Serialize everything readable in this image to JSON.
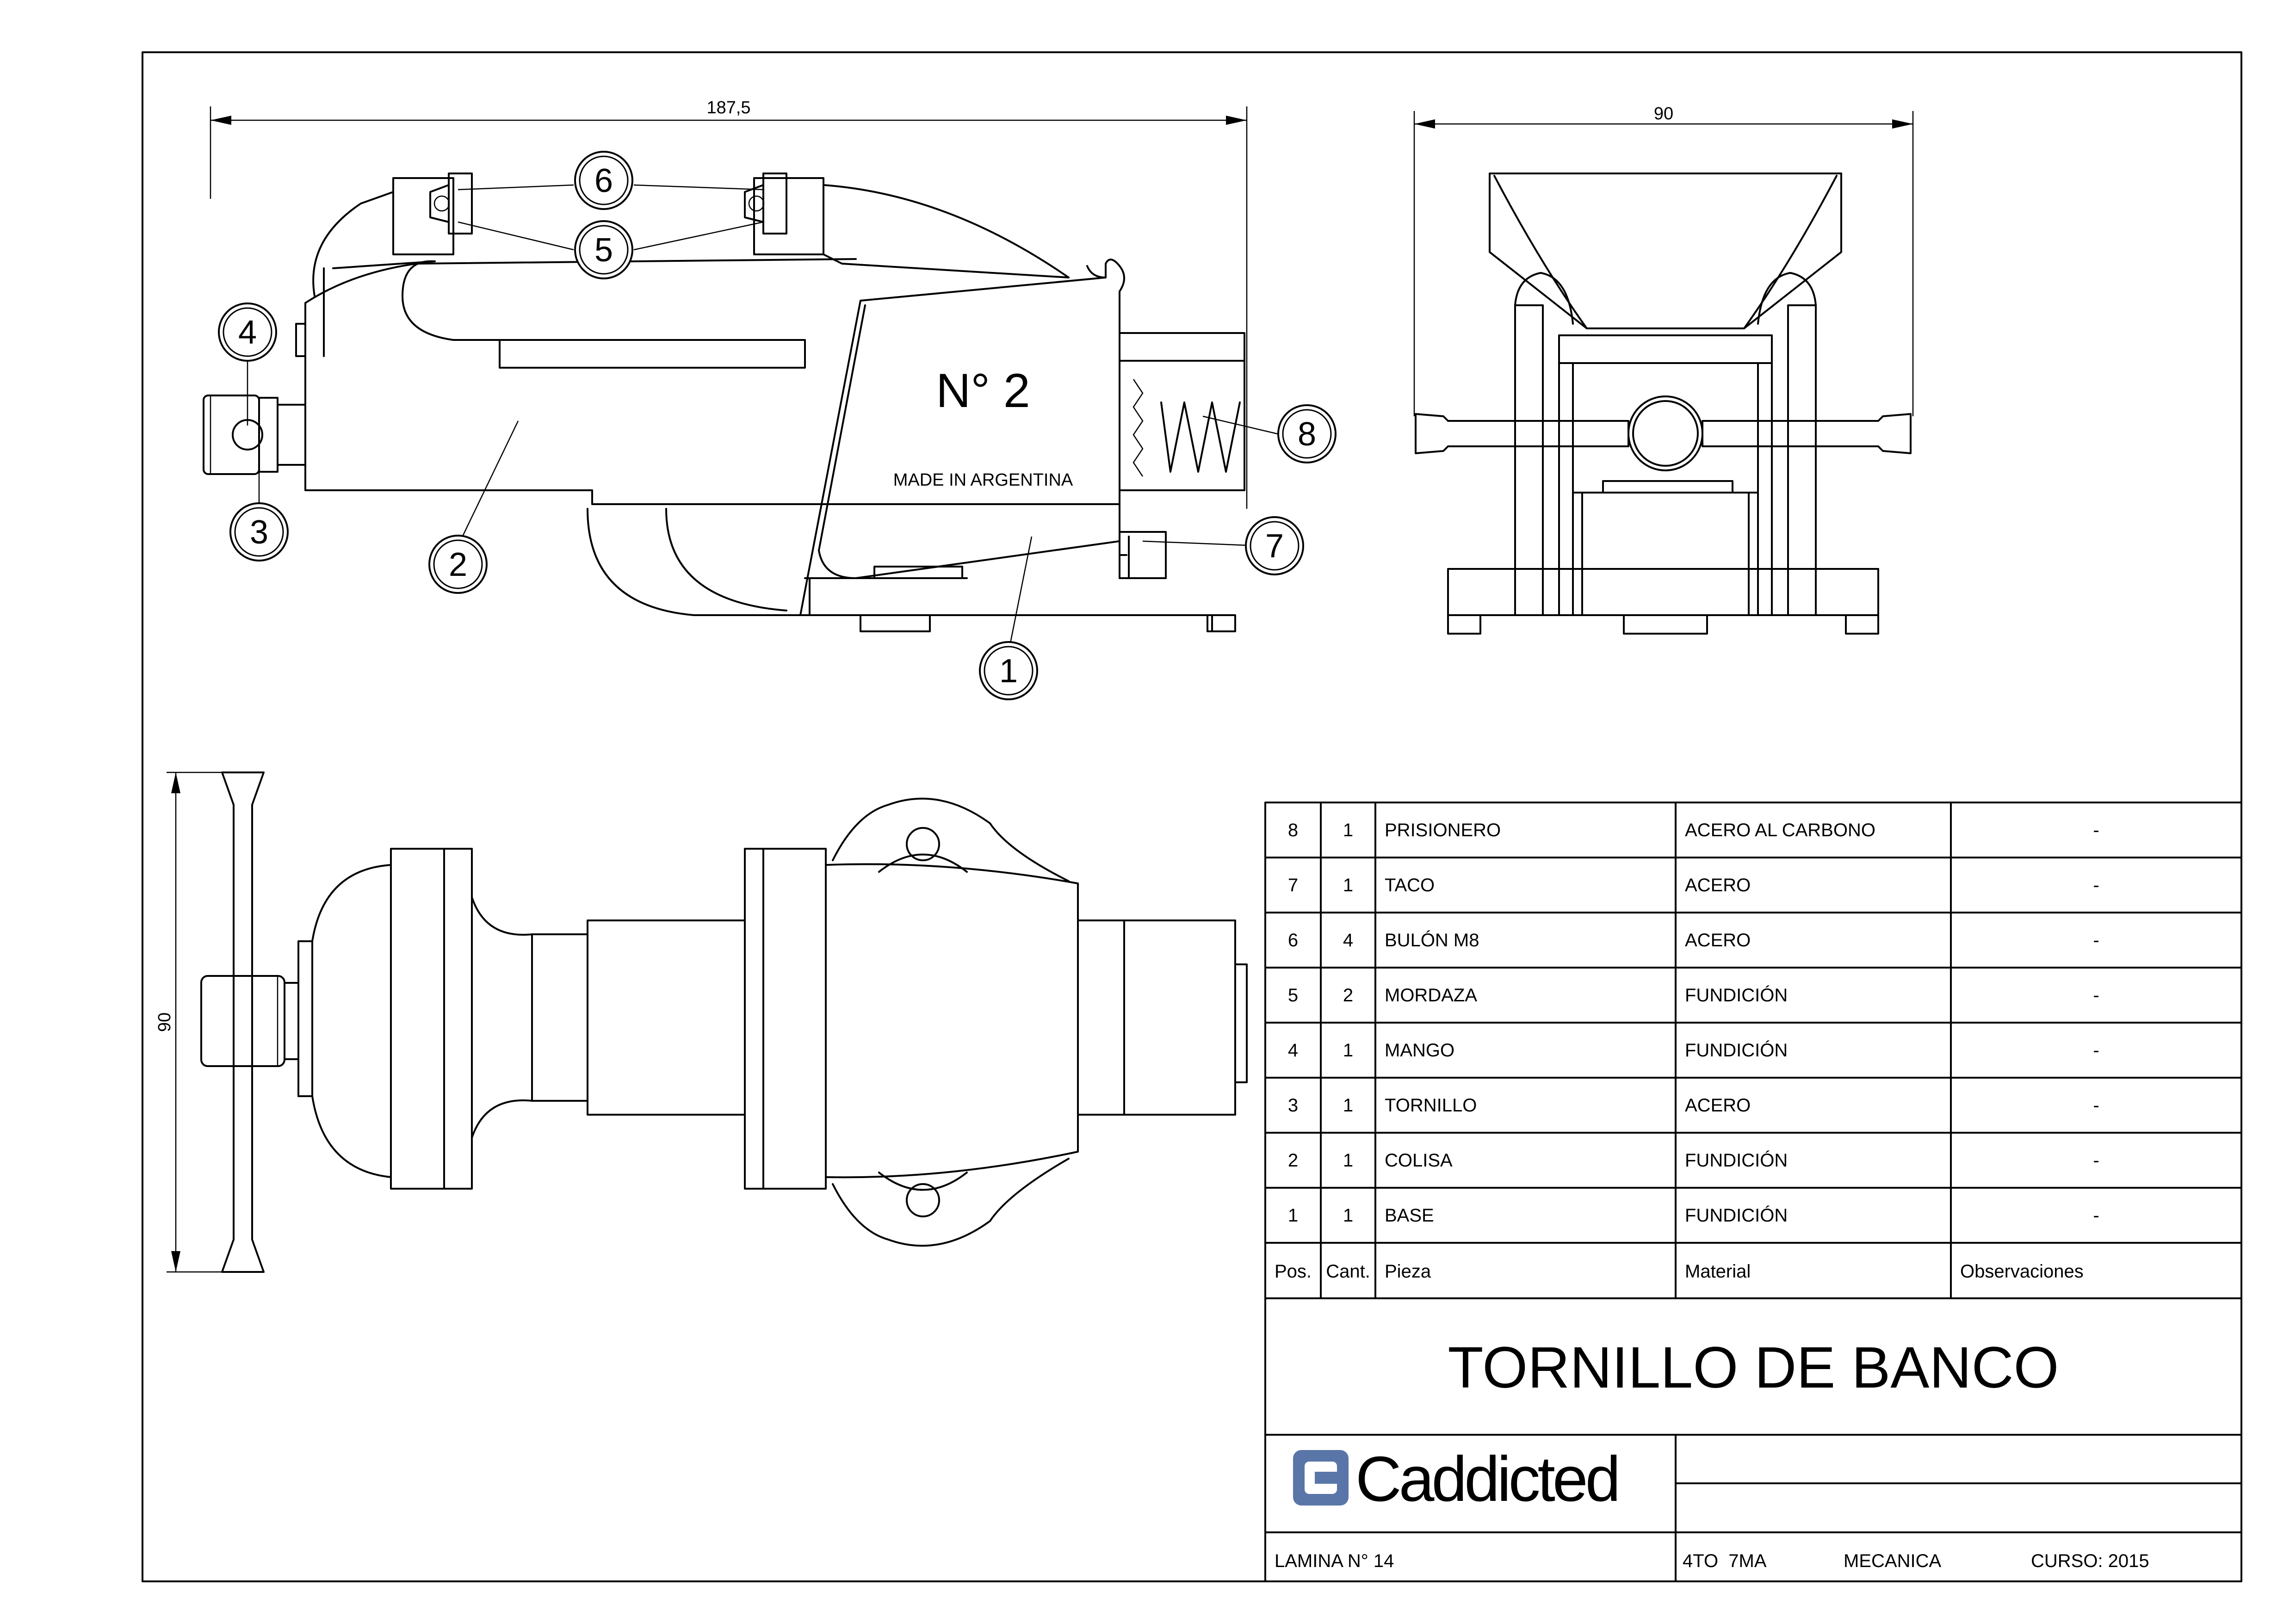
{
  "dimensions": {
    "side_width": "187,5",
    "front_width": "90",
    "top_height": "90"
  },
  "engraving": {
    "number": "N° 2",
    "made_in": "MADE IN ARGENTINA"
  },
  "balloons": [
    "1",
    "2",
    "3",
    "4",
    "5",
    "6",
    "7",
    "8"
  ],
  "parts_list": {
    "headers": [
      "Pos.",
      "Cant.",
      "Pieza",
      "Material",
      "Observaciones"
    ],
    "rows": [
      [
        "8",
        "1",
        "PRISIONERO",
        "ACERO AL CARBONO",
        "-"
      ],
      [
        "7",
        "1",
        "TACO",
        "ACERO",
        "-"
      ],
      [
        "6",
        "4",
        "BULÓN M8",
        "ACERO",
        "-"
      ],
      [
        "5",
        "2",
        "MORDAZA",
        "FUNDICIÓN",
        "-"
      ],
      [
        "4",
        "1",
        "MANGO",
        "FUNDICIÓN",
        "-"
      ],
      [
        "3",
        "1",
        "TORNILLO",
        "ACERO",
        "-"
      ],
      [
        "2",
        "1",
        "COLISA",
        "FUNDICIÓN",
        "-"
      ],
      [
        "1",
        "1",
        "BASE",
        "FUNDICIÓN",
        "-"
      ]
    ]
  },
  "title_block": {
    "title": "TORNILLO DE BANCO",
    "logo_text": "Caddicted",
    "sheet": "LAMINA N° 14",
    "group": "4TO  7MA",
    "area": "MECANICA",
    "course": "CURSO: 2015"
  }
}
